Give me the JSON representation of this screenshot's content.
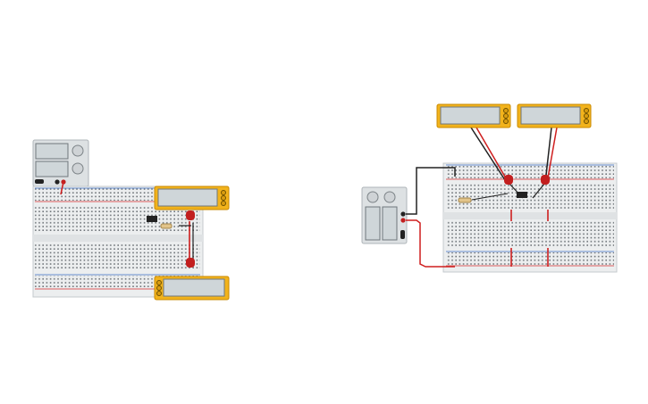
{
  "canvas": {
    "background": "#ffffff"
  },
  "colors": {
    "meter_body": "#f2b31c",
    "meter_border": "#c98a00",
    "meter_screen": "#cfd6d9",
    "supply_body": "#dde1e3",
    "breadboard": "#eceeef",
    "rail_red": "#d62b2b",
    "rail_blue": "#3b6fc4",
    "wire_red": "#cf1f1f",
    "wire_black": "#222222",
    "led_red": "#c21f1f"
  },
  "icons": [
    "power-supply-icon",
    "multimeter-icon",
    "breadboard-icon",
    "led-icon",
    "resistor-icon",
    "transistor-icon"
  ],
  "circuit_left": {
    "supply_labels": [
      "+",
      "-"
    ],
    "meters": [
      "multimeter-top",
      "multimeter-bottom"
    ]
  },
  "circuit_right": {
    "supply_labels": [
      "+",
      "-"
    ],
    "meters": [
      "multimeter-left",
      "multimeter-right"
    ]
  }
}
